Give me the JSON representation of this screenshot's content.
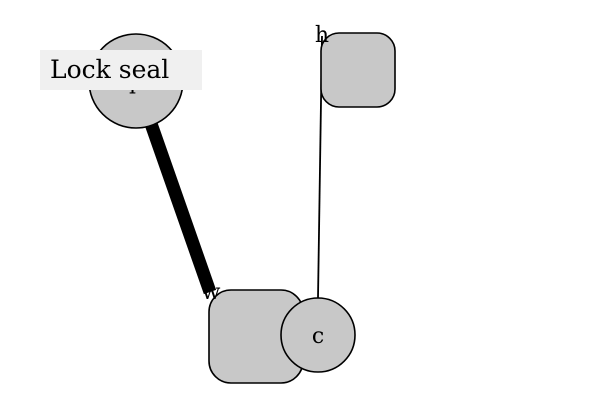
{
  "diagram": {
    "nodes": [
      {
        "id": "p",
        "label": "p",
        "shape": "circle"
      },
      {
        "id": "h",
        "label": "h",
        "shape": "rounded-square"
      },
      {
        "id": "w",
        "label": "w",
        "shape": "rounded-square"
      },
      {
        "id": "c",
        "label": "c",
        "shape": "circle"
      }
    ],
    "edges": [
      {
        "from": "p",
        "to": "w",
        "weight": "heavy"
      },
      {
        "from": "h",
        "to": "c",
        "weight": "thin"
      }
    ],
    "tooltip": {
      "text": "Lock seal"
    },
    "colors": {
      "node_fill": "#c8c8c8",
      "stroke": "#000000",
      "tooltip_bg": "#f0f0f0"
    }
  }
}
